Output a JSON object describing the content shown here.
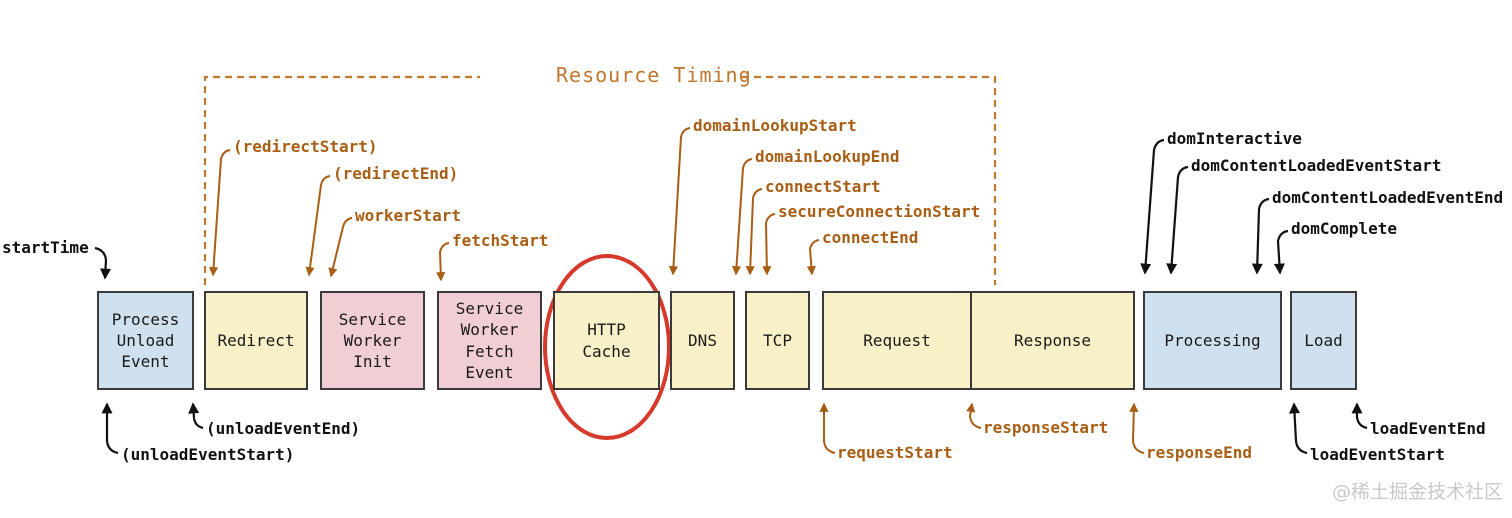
{
  "diagram": {
    "bracket_label": "Resource Timing",
    "watermark": "@稀土掘金技术社区",
    "highlight": {
      "shape": "red-ellipse",
      "around_box": "HTTP Cache"
    }
  },
  "boxes": [
    {
      "label": "Process\nUnload\nEvent",
      "fill": "blue"
    },
    {
      "label": "Redirect",
      "fill": "yellow"
    },
    {
      "label": "Service\nWorker\nInit",
      "fill": "pink"
    },
    {
      "label": "Service\nWorker\nFetch\nEvent",
      "fill": "pink"
    },
    {
      "label": "HTTP\nCache",
      "fill": "yellow"
    },
    {
      "label": "DNS",
      "fill": "yellow"
    },
    {
      "label": "TCP",
      "fill": "yellow"
    },
    {
      "label": "Request",
      "fill": "yellow"
    },
    {
      "label": "Response",
      "fill": "yellow"
    },
    {
      "label": "Processing",
      "fill": "blue"
    },
    {
      "label": "Load",
      "fill": "blue"
    }
  ],
  "markers": {
    "startTime": "startTime",
    "redirectStart": "(redirectStart)",
    "redirectEnd": "(redirectEnd)",
    "workerStart": "workerStart",
    "fetchStart": "fetchStart",
    "domainLookupStart": "domainLookupStart",
    "domainLookupEnd": "domainLookupEnd",
    "connectStart": "connectStart",
    "secureConnectionStart": "secureConnectionStart",
    "connectEnd": "connectEnd",
    "unloadEventStart": "(unloadEventStart)",
    "unloadEventEnd": "(unloadEventEnd)",
    "requestStart": "requestStart",
    "responseStart": "responseStart",
    "responseEnd": "responseEnd",
    "domInteractive": "domInteractive",
    "domContentLoadedEventStart": "domContentLoadedEventStart",
    "domContentLoadedEventEnd": "domContentLoadedEventEnd",
    "domComplete": "domComplete",
    "loadEventStart": "loadEventStart",
    "loadEventEnd": "loadEventEnd"
  },
  "colors": {
    "navigation_phase_fill": "#cfe0ee",
    "network_phase_fill": "#faf0c8",
    "service_worker_phase_fill": "#f0ced4",
    "box_border": "#3a3a3a",
    "bracket_accent": "#c0762d",
    "marker_accent": "#a85e14",
    "neutral_marker": "#111111",
    "highlight_ellipse": "#d63a2a"
  }
}
